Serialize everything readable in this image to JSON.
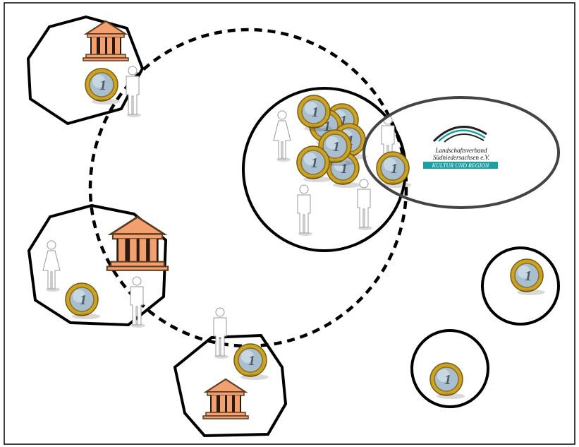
{
  "logo": {
    "line1": "Landschaftsverband",
    "line2": "Südniedersachsen e.V.",
    "line3": "KULTUR UND REGION",
    "accent_color": "#1aa0a0"
  },
  "icons": {
    "coin": "euro-coin-icon",
    "person_male": "person-icon",
    "person_female": "woman-icon",
    "building": "museum-building-icon"
  },
  "colors": {
    "border": "#000000",
    "group_outline": "#000000",
    "logo_ellipse": "#444444",
    "building": "#f2a070",
    "coin_outer": "#c9a227",
    "coin_inner": "#9fb7c8",
    "person": "#ffffff"
  }
}
